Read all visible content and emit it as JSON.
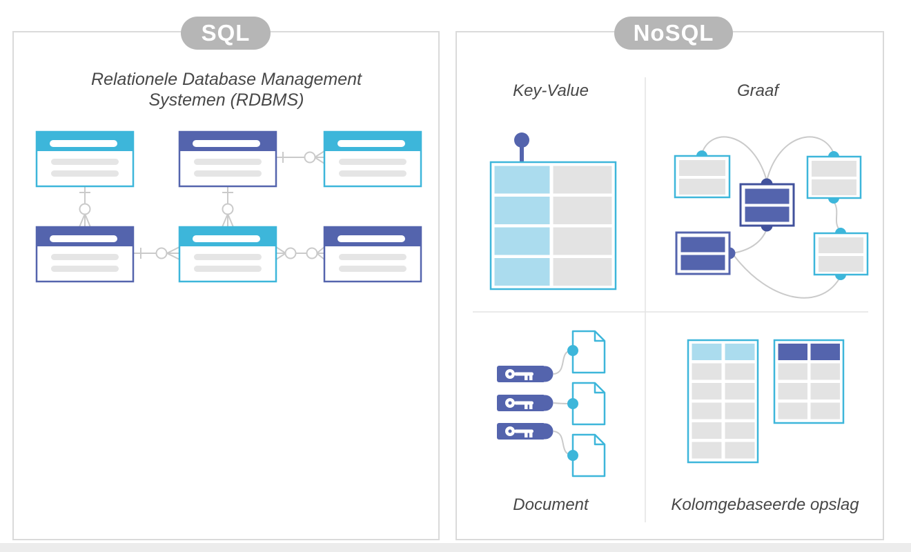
{
  "colors": {
    "cyan": "#3db6da",
    "indigo": "#5464ad",
    "indigo-dark": "#41519c",
    "light-blue": "#abdcee",
    "cell-gray": "#e3e3e3",
    "bar-gray": "#e5e5e5",
    "line-gray": "#cacaca",
    "badge-gray": "#b6b6b6",
    "text": "#474747"
  },
  "sql_panel": {
    "badge": "SQL",
    "title_line1": "Relationele Database Management",
    "title_line2": "Systemen (RDBMS)",
    "diagram": {
      "type": "entity-relationship",
      "entities": [
        {
          "row": 1,
          "col": 1,
          "color": "cyan"
        },
        {
          "row": 1,
          "col": 2,
          "color": "indigo"
        },
        {
          "row": 1,
          "col": 3,
          "color": "cyan"
        },
        {
          "row": 2,
          "col": 1,
          "color": "indigo"
        },
        {
          "row": 2,
          "col": 2,
          "color": "cyan"
        },
        {
          "row": 2,
          "col": 3,
          "color": "indigo"
        }
      ],
      "relationships": [
        {
          "from": "r1c1",
          "to": "r2c1",
          "notation": "one-to-many"
        },
        {
          "from": "r1c2",
          "to": "r2c2",
          "notation": "one-to-many"
        },
        {
          "from": "r1c2",
          "to": "r1c3",
          "notation": "one-to-many"
        },
        {
          "from": "r2c1",
          "to": "r2c2",
          "notation": "one-to-many"
        },
        {
          "from": "r2c2",
          "to": "r2c3",
          "notation": "many-to-many"
        }
      ]
    }
  },
  "nosql_panel": {
    "badge": "NoSQL",
    "quadrants": [
      {
        "label": "Key-Value",
        "graphic": "table with pin, 4 key rows (blue) and 4 value rows (gray)"
      },
      {
        "label": "Graaf",
        "graphic": "5 linked nodes: 3 cyan record nodes, 2 indigo record nodes"
      },
      {
        "label": "Document",
        "graphic": "3 indigo key tags linked to 3 document pages"
      },
      {
        "label": "Kolomgebaseerde opslag",
        "graphic": "two column-family tables, blue and indigo header rows"
      }
    ]
  }
}
